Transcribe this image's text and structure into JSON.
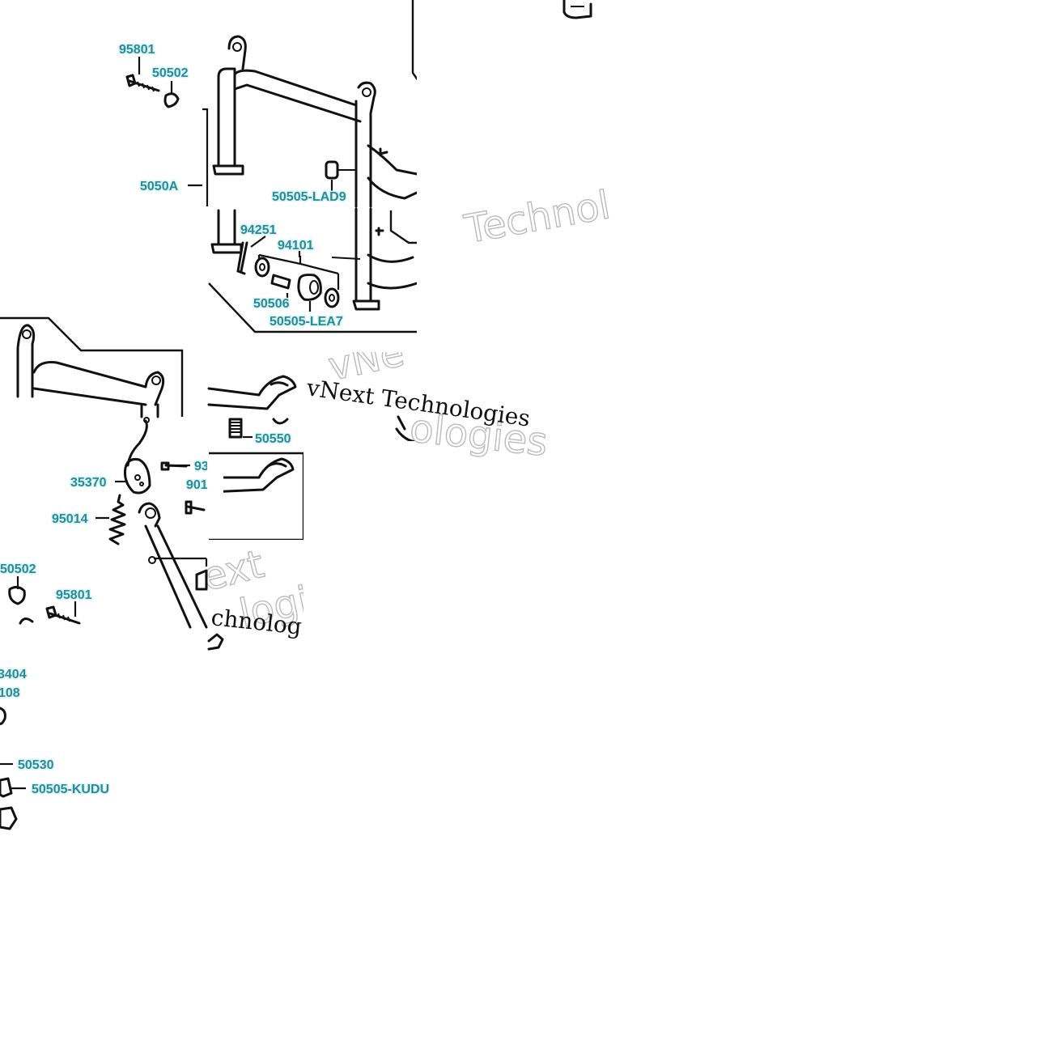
{
  "diagram": {
    "part_labels": {
      "p95801_top": "95801",
      "p50502_top": "50502",
      "p5050A": "5050A",
      "p50505_LAD9": "50505-LAD9",
      "p94251": "94251",
      "p94101": "94101",
      "p50506": "50506",
      "p50505_LEA7": "50505-LEA7",
      "p50550": "50550",
      "p35370": "35370",
      "p95014": "95014",
      "p50502_bottom": "50502",
      "p95801_bottom": "95801",
      "p93_partial": "93",
      "p901_partial": "901",
      "p3404_partial": "3404",
      "p108_partial": "108",
      "p50530": "50530",
      "p50505_KUDU": "50505-KUDU"
    },
    "watermarks": {
      "serif_text": "vNext Technologies",
      "outline_1": "vNe",
      "outline_2": "Technol",
      "outline_3": "ologies",
      "outline_4": "ext",
      "outline_5": "logies",
      "outline_6": "chnolog"
    },
    "colors": {
      "label_teal": "#2a8b96",
      "line_black": "#111111",
      "background": "#ffffff"
    }
  }
}
